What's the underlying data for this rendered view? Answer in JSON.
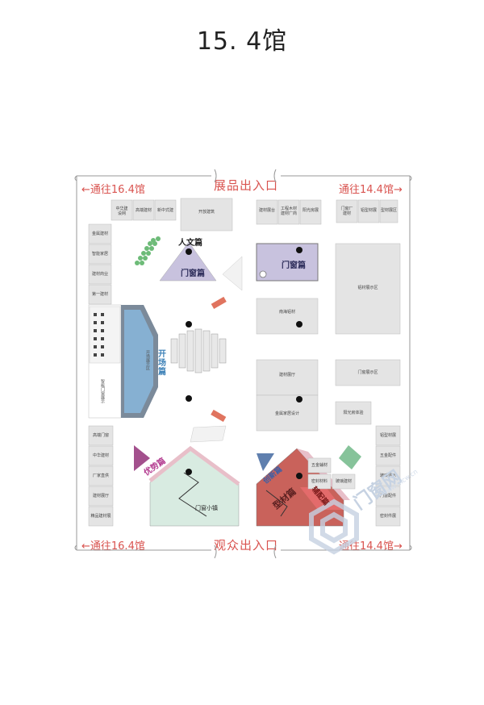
{
  "title": "15. 4馆",
  "entrances": {
    "top": "展品出入口",
    "bottom": "观众出入口"
  },
  "directions": {
    "top_left": "←通往16.4馆",
    "top_right": "通往14.4馆→",
    "bottom_left": "←通往16.4馆",
    "bottom_right": "通往14.4馆→"
  },
  "zones": {
    "renwen": "人文篇",
    "menchuang_left": "门窗篇",
    "menchuang_right": "门窗篇",
    "kaichang": "开场篇",
    "youshi": "优势篇",
    "menchuang_xiaozhen": "门窗小镇",
    "chuangxin": "创新篇",
    "xincai": "型材篇",
    "fupei": "辅配篇"
  },
  "booths": {
    "top_left_row": [
      "中华建\n设网",
      "高端建材",
      "新中式建"
    ],
    "top_mid": "开放建筑",
    "top_right_row": [
      "建材展台",
      "工程木材\n建材厂商",
      "阳光房展"
    ],
    "far_right_row": [
      "门窗厂\n建材",
      "铝型材展",
      "型材展区"
    ],
    "left_col": [
      "金属建材",
      "智能家居",
      "建材商业",
      "第一建材"
    ],
    "left_col_lower": [
      "高端门窗",
      "中华建材",
      "厂家直供",
      "建材展厅",
      "精品建材展"
    ],
    "mid_right_1": "南海铝材",
    "mid_right_2": "建材展厅",
    "mid_right_3": "金属家居设计",
    "right_big": "铝材展示区",
    "right_mid": "门窗展示区",
    "right_small": "阳光房体验",
    "right_col": [
      "铝型材展",
      "五金配件",
      "玻璃展示",
      "门窗配件",
      "密封件展"
    ],
    "bottom_right_grid": [
      "五金辅材",
      "密封材料",
      "玻璃建材"
    ],
    "stage_side": "开场展示区",
    "left_stage_text": "智能门窗展示"
  },
  "watermark": {
    "text": "门窗网",
    "url": "www.mcw.cn"
  },
  "colors": {
    "lavender": "#c8c2de",
    "steel_blue": "#86b0d2",
    "mint": "#d8ebe1",
    "rust": "#c9625b",
    "booth_gray": "#e4e4e4",
    "pink": "#e8bfc9",
    "red_text": "#d9534f"
  }
}
